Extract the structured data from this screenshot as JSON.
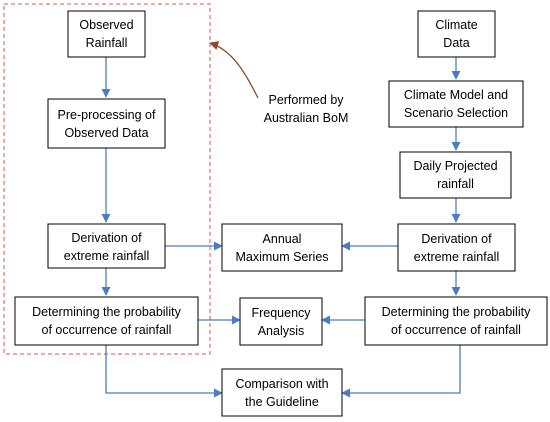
{
  "colors": {
    "arrow": "#4a7cc2",
    "annotation_arrow": "#8b4a24",
    "region_border": "#d9534f",
    "box_border": "#000000"
  },
  "nodes": {
    "observed_rainfall": [
      "Observed",
      "Rainfall"
    ],
    "preprocessing": [
      "Pre-processing of",
      "Observed Data"
    ],
    "derivation_left": [
      "Derivation of",
      "extreme rainfall"
    ],
    "probability_left": [
      "Determining the probability",
      "of occurrence of rainfall"
    ],
    "climate_data": [
      "Climate",
      "Data"
    ],
    "climate_model": [
      "Climate Model and",
      "Scenario Selection"
    ],
    "daily_projected": [
      "Daily Projected",
      "rainfall"
    ],
    "derivation_right": [
      "Derivation of",
      "extreme rainfall"
    ],
    "probability_right": [
      "Determining the probability",
      "of occurrence of rainfall"
    ],
    "annual_max": [
      "Annual",
      "Maximum Series"
    ],
    "frequency": [
      "Frequency",
      "Analysis"
    ],
    "comparison": [
      "Comparison with",
      "the Guideline"
    ]
  },
  "annotation": [
    "Performed by",
    "Australian BoM"
  ]
}
